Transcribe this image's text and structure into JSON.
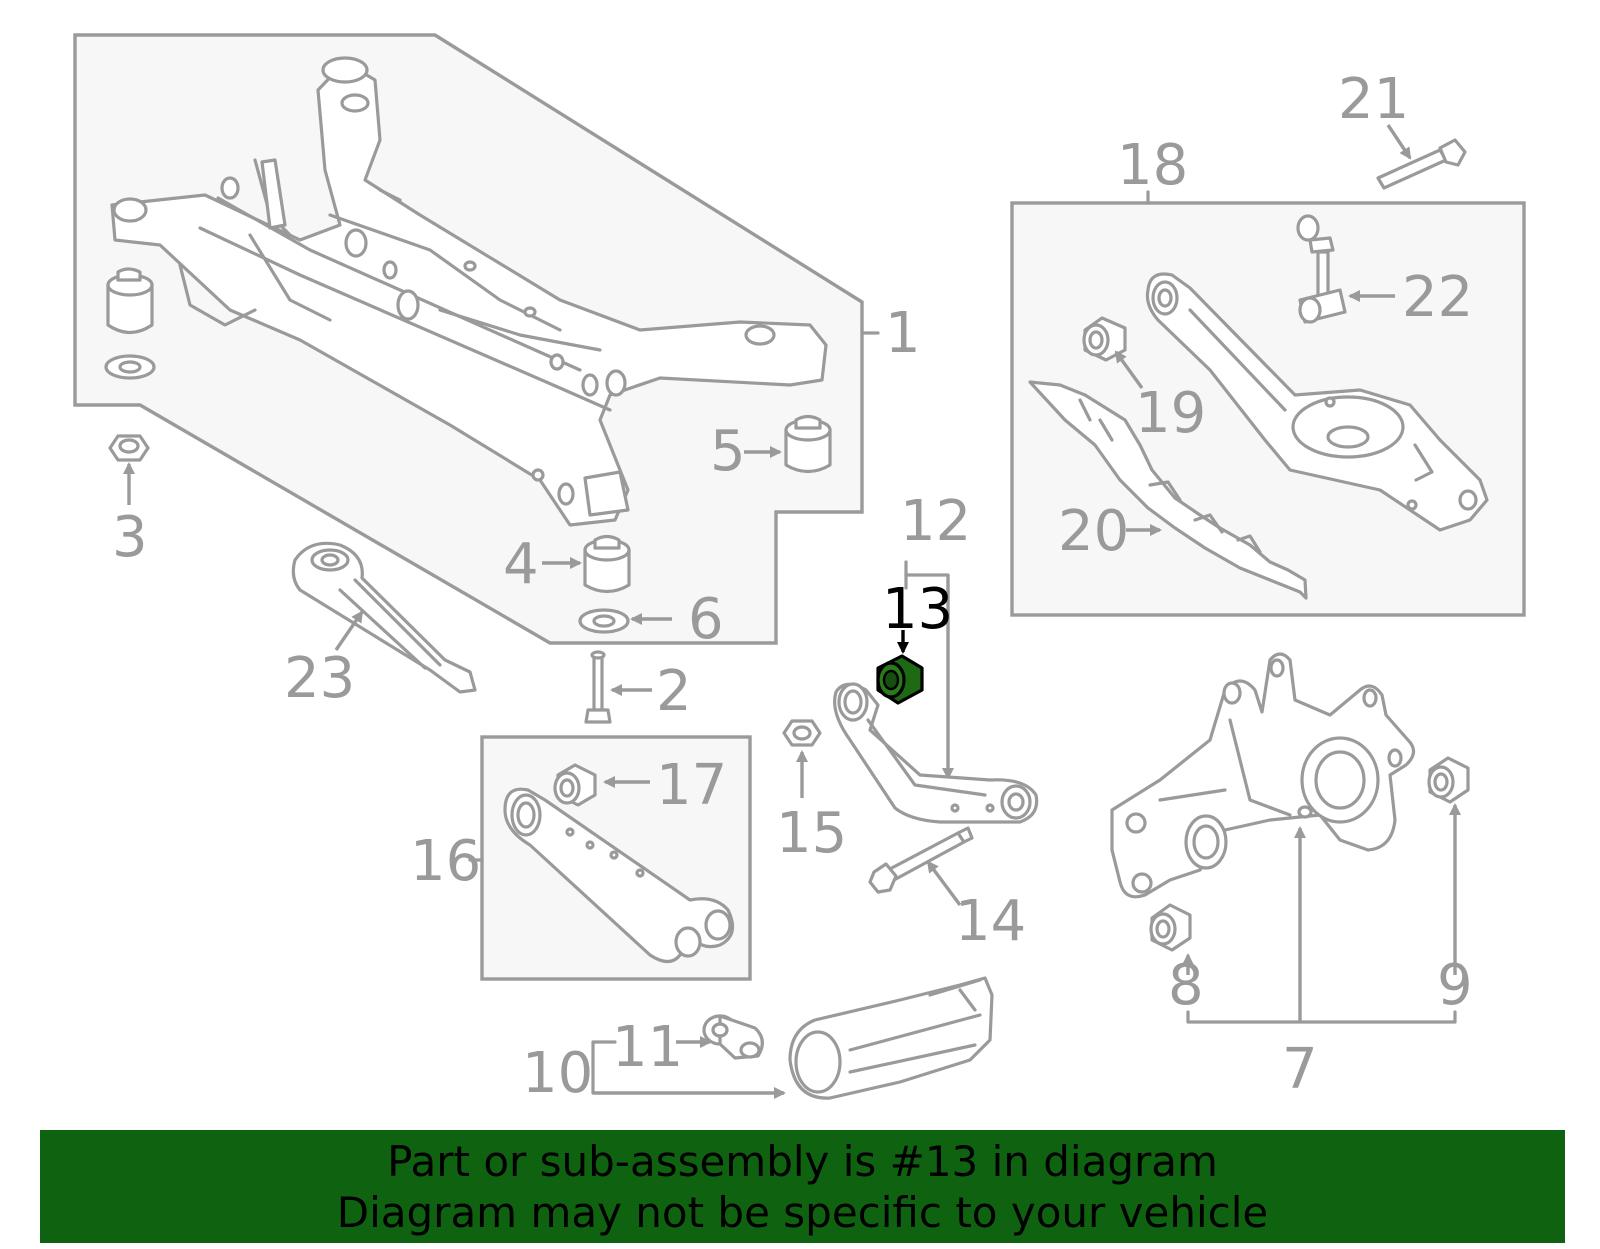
{
  "colors": {
    "line": "#9a9a9a",
    "highlight_fill": "#1e6a14",
    "footer_bg": "#0f620f",
    "footer_text": "#000000"
  },
  "callouts": {
    "c1": "1",
    "c2": "2",
    "c3": "3",
    "c4": "4",
    "c5": "5",
    "c6": "6",
    "c7": "7",
    "c8": "8",
    "c9": "9",
    "c10": "10",
    "c11": "11",
    "c12": "12",
    "c13": "13",
    "c14": "14",
    "c15": "15",
    "c16": "16",
    "c17": "17",
    "c18": "18",
    "c19": "19",
    "c20": "20",
    "c21": "21",
    "c22": "22",
    "c23": "23"
  },
  "highlighted_part": "13",
  "footer": {
    "line1": "Part or sub-assembly is #13 in diagram",
    "line2": "Diagram may not be specific to your vehicle"
  }
}
